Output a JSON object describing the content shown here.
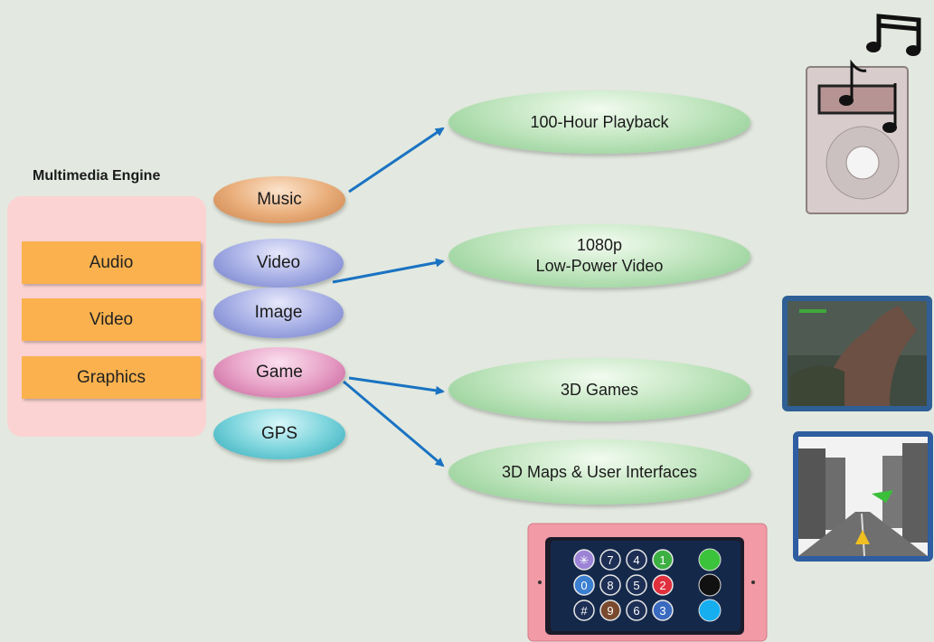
{
  "engine": {
    "title": "Multimedia Engine",
    "blocks": [
      "Audio",
      "Video",
      "Graphics"
    ]
  },
  "media_types": [
    "Music",
    "Video",
    "Image",
    "Game",
    "GPS"
  ],
  "outputs": {
    "playback": "100-Hour Playback",
    "video_line1": "1080p",
    "video_line2": "Low-Power Video",
    "games": "3D Games",
    "maps": "3D Maps & User Interfaces"
  },
  "phone_keys": [
    "✳",
    "7",
    "4",
    "1",
    "0",
    "8",
    "5",
    "2",
    "#",
    "9",
    "6",
    "3"
  ],
  "colors": {
    "background": "#e3e9e0",
    "engine_panel": "#fbd3d3",
    "engine_block": "#fbb24e",
    "arrow": "#1a73c2",
    "output_oval": "#a7dba6"
  }
}
